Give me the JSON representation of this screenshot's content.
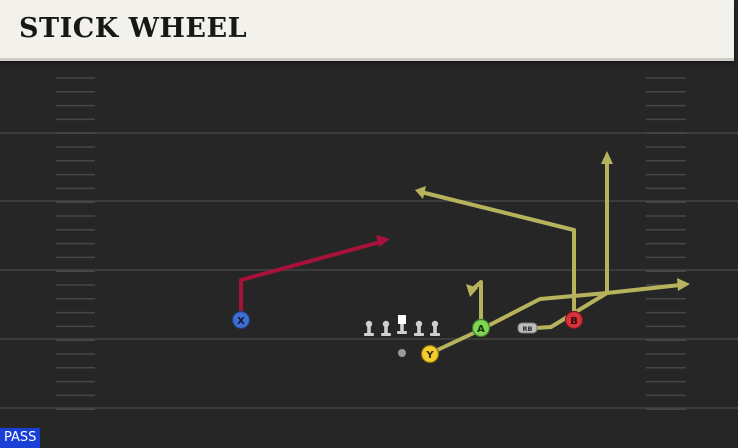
{
  "header": {
    "title": "STICK WHEEL"
  },
  "mode_badge": "PASS",
  "players": {
    "x": "X",
    "a": "A",
    "b": "B",
    "y": "Y",
    "rb": "RB"
  },
  "colors": {
    "field": "#262626",
    "yard_line": "#3c3c3c",
    "hash": "#4a4a4a",
    "route_primary": "#b7b35c",
    "route_x": "#a8123a",
    "x_player": "#3e6fd0",
    "a_player": "#7fd455",
    "b_player": "#d8333d",
    "y_player": "#f2cd2d",
    "rb_player": "#bdbdbd",
    "lineman": "#cfcfcf",
    "header_bg": "#f3f1eb",
    "badge_bg": "#1a3fd6"
  }
}
